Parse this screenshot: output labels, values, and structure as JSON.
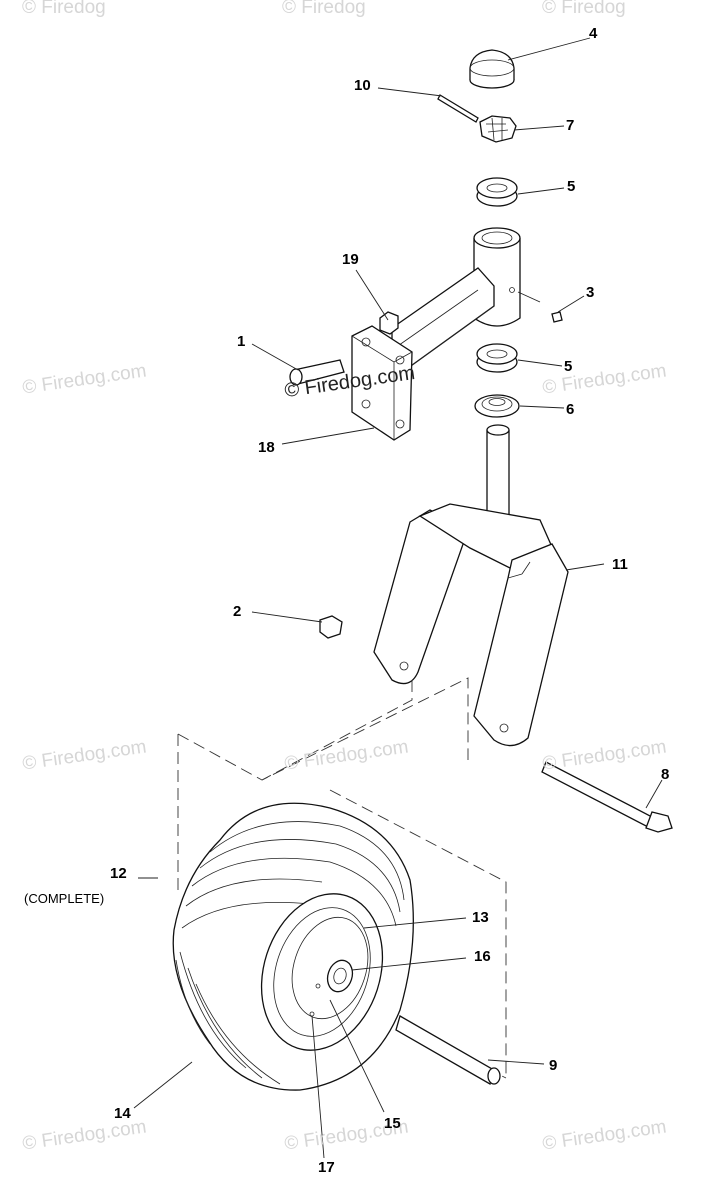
{
  "watermark": {
    "text": "© Firedog.com",
    "text_top": "© Firedog",
    "text_bottom": "© Firedog.com"
  },
  "callouts": {
    "c1": "1",
    "c2": "2",
    "c3": "3",
    "c4": "4",
    "c5a": "5",
    "c5b": "5",
    "c6": "6",
    "c7": "7",
    "c8": "8",
    "c9": "9",
    "c10": "10",
    "c11": "11",
    "c12": "12",
    "c13": "13",
    "c14": "14",
    "c15": "15",
    "c16": "16",
    "c17": "17",
    "c18": "18",
    "c19": "19"
  },
  "notes": {
    "complete": "(COMPLETE)"
  }
}
